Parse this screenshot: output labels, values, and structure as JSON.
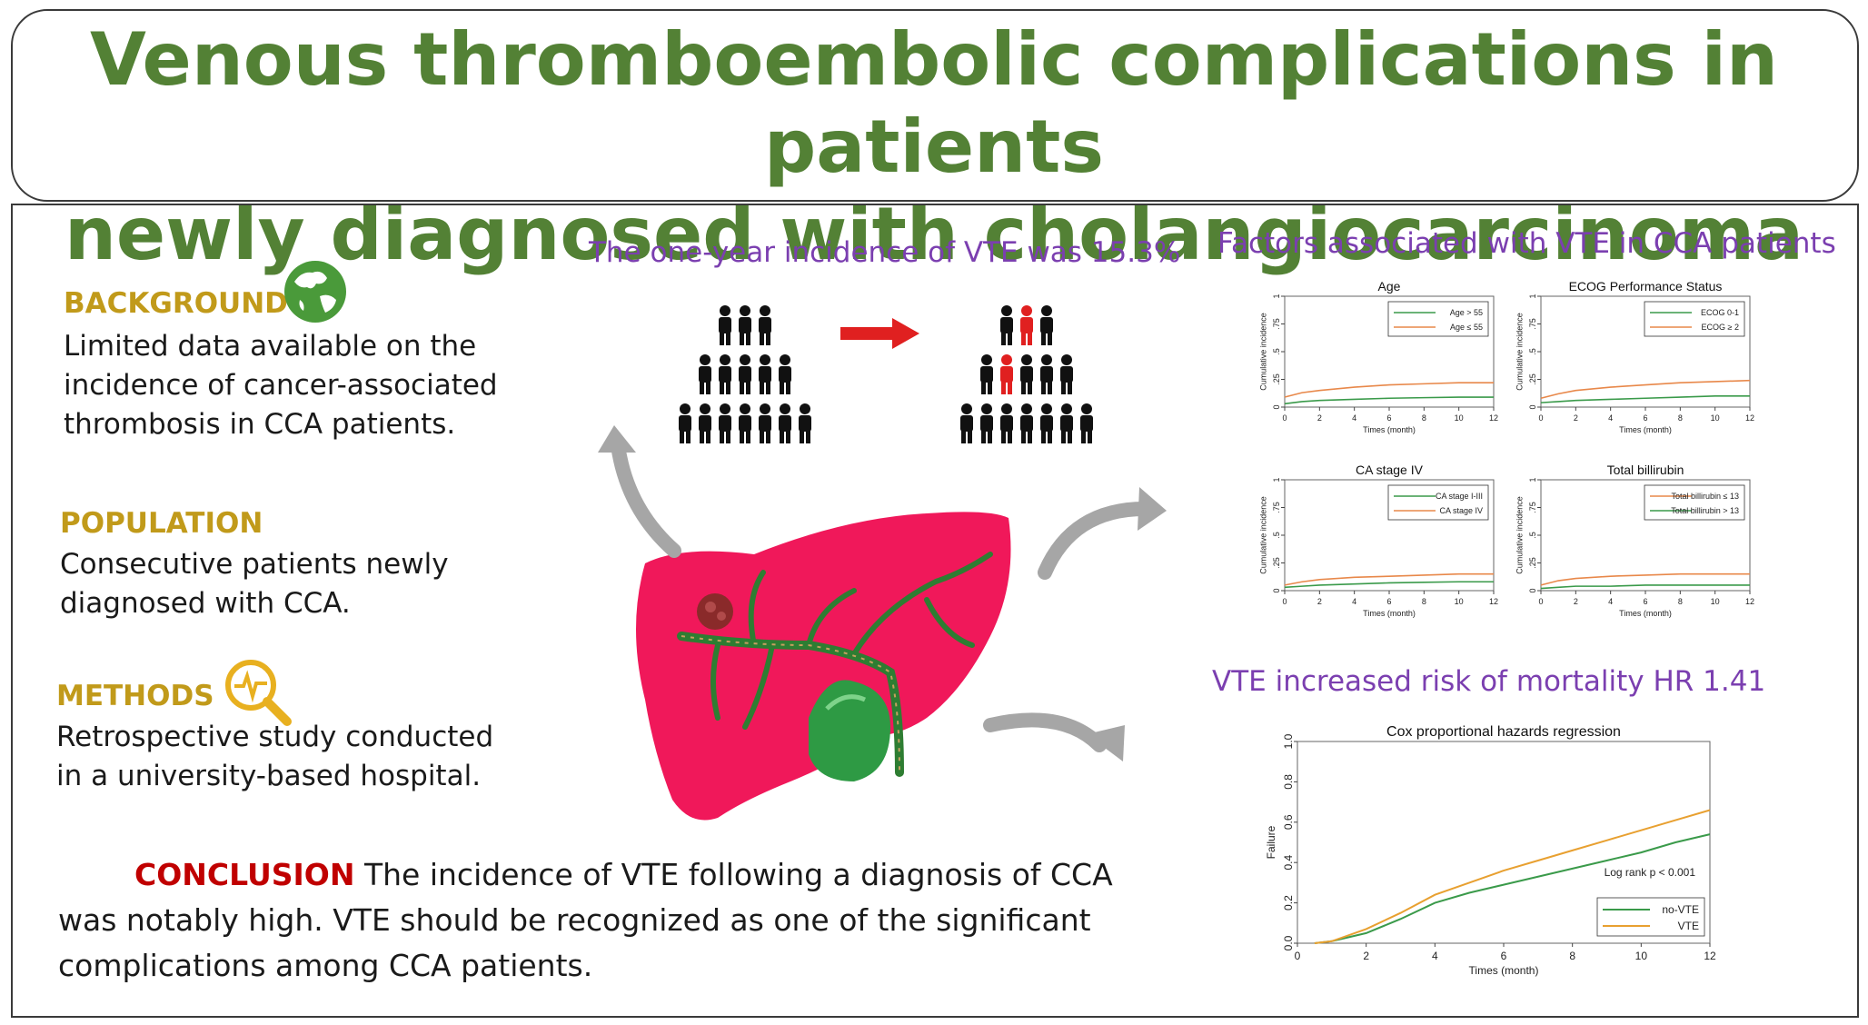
{
  "title_line1": "Venous thromboembolic complications in patients",
  "title_line2": "newly diagnosed with cholangiocarcinoma",
  "sections": [
    {
      "heading": "BACKGROUND",
      "lines": [
        "Limited data available on the",
        "incidence of cancer-associated",
        "thrombosis in CCA patients."
      ]
    },
    {
      "heading": "POPULATION",
      "lines": [
        "Consecutive patients newly",
        "diagnosed with CCA."
      ]
    },
    {
      "heading": "METHODS",
      "lines": [
        "Retrospective study conducted",
        "in a university-based hospital."
      ]
    }
  ],
  "incidence_text": "The one-year incidence of VTE was 15.3%",
  "factors_title": "Factors associated with VTE in CCA patients",
  "mortality_title": "VTE increased risk of mortality HR 1.41",
  "conclusion": {
    "label": "CONCLUSION",
    "line1": "The incidence of VTE following a diagnosis of CCA",
    "line2": "was notably high. VTE should be recognized as one of the significant",
    "line3": "complications among CCA patients."
  },
  "colors": {
    "title_green": "#538135",
    "heading_gold": "#c19a1a",
    "purple": "#7b3fb0",
    "conclusion_red": "#c00000",
    "liver": "#f0185a",
    "orange": "#e8884a",
    "green": "#3a9a4a"
  },
  "chart_data": [
    {
      "type": "line",
      "title": "Age",
      "xlabel": "Times (month)",
      "ylabel": "Cumulative incidence",
      "xticks": [
        "0",
        "2",
        "4",
        "6",
        "8",
        "10",
        "12"
      ],
      "yticks": [
        "0",
        ".25",
        ".5",
        ".75",
        "1"
      ],
      "xlim": [
        0,
        12
      ],
      "ylim": [
        0,
        1
      ],
      "series": [
        {
          "name": "Age > 55",
          "color": "#3a9a4a",
          "x": [
            0,
            1,
            2,
            4,
            6,
            8,
            10,
            12
          ],
          "y": [
            0.03,
            0.05,
            0.06,
            0.07,
            0.08,
            0.085,
            0.09,
            0.09
          ]
        },
        {
          "name": "Age ≤ 55",
          "color": "#e8884a",
          "x": [
            0,
            1,
            2,
            4,
            6,
            8,
            10,
            12
          ],
          "y": [
            0.09,
            0.13,
            0.15,
            0.18,
            0.2,
            0.21,
            0.22,
            0.22
          ]
        }
      ]
    },
    {
      "type": "line",
      "title": "ECOG Performance Status",
      "xlabel": "Times (month)",
      "ylabel": "Cumulative incidence",
      "xticks": [
        "0",
        "2",
        "4",
        "6",
        "8",
        "10",
        "12"
      ],
      "yticks": [
        "0",
        ".25",
        ".5",
        ".75",
        "1"
      ],
      "xlim": [
        0,
        12
      ],
      "ylim": [
        0,
        1
      ],
      "series": [
        {
          "name": "ECOG 0-1",
          "color": "#3a9a4a",
          "x": [
            0,
            1,
            2,
            4,
            6,
            8,
            10,
            12
          ],
          "y": [
            0.04,
            0.05,
            0.06,
            0.07,
            0.08,
            0.09,
            0.1,
            0.1
          ]
        },
        {
          "name": "ECOG ≥ 2",
          "color": "#e8884a",
          "x": [
            0,
            1,
            2,
            4,
            6,
            8,
            10,
            12
          ],
          "y": [
            0.08,
            0.12,
            0.15,
            0.18,
            0.2,
            0.22,
            0.23,
            0.24
          ]
        }
      ]
    },
    {
      "type": "line",
      "title": "CA stage IV",
      "xlabel": "Times (month)",
      "ylabel": "Cumulative incidence",
      "xticks": [
        "0",
        "2",
        "4",
        "6",
        "8",
        "10",
        "12"
      ],
      "yticks": [
        "0",
        ".25",
        ".5",
        ".75",
        "1"
      ],
      "xlim": [
        0,
        12
      ],
      "ylim": [
        0,
        1
      ],
      "series": [
        {
          "name": "CA stage I-III",
          "color": "#3a9a4a",
          "x": [
            0,
            1,
            2,
            4,
            6,
            8,
            10,
            12
          ],
          "y": [
            0.03,
            0.04,
            0.05,
            0.06,
            0.07,
            0.075,
            0.08,
            0.08
          ]
        },
        {
          "name": "CA stage IV",
          "color": "#e8884a",
          "x": [
            0,
            1,
            2,
            4,
            6,
            8,
            10,
            12
          ],
          "y": [
            0.05,
            0.08,
            0.1,
            0.12,
            0.13,
            0.14,
            0.15,
            0.15
          ]
        }
      ]
    },
    {
      "type": "line",
      "title": "Total billirubin",
      "xlabel": "Times (month)",
      "ylabel": "Cumulative incidence",
      "xticks": [
        "0",
        "2",
        "4",
        "6",
        "8",
        "10",
        "12"
      ],
      "yticks": [
        "0",
        ".25",
        ".5",
        ".75",
        "1"
      ],
      "xlim": [
        0,
        12
      ],
      "ylim": [
        0,
        1
      ],
      "series": [
        {
          "name": "Total billirubin ≤ 13",
          "color": "#e8884a",
          "x": [
            0,
            1,
            2,
            4,
            6,
            8,
            10,
            12
          ],
          "y": [
            0.05,
            0.09,
            0.11,
            0.13,
            0.14,
            0.15,
            0.15,
            0.15
          ]
        },
        {
          "name": "Total billirubin > 13",
          "color": "#3a9a4a",
          "x": [
            0,
            1,
            2,
            4,
            6,
            8,
            10,
            12
          ],
          "y": [
            0.02,
            0.03,
            0.04,
            0.04,
            0.05,
            0.05,
            0.05,
            0.05
          ]
        }
      ]
    },
    {
      "type": "line",
      "title": "Cox proportional hazards regression",
      "xlabel": "Times (month)",
      "ylabel": "Failure",
      "xticks": [
        "0",
        "2",
        "4",
        "6",
        "8",
        "10",
        "12"
      ],
      "yticks": [
        "0.0",
        "0.2",
        "0.4",
        "0.6",
        "0.8",
        "1.0"
      ],
      "xlim": [
        0,
        12
      ],
      "ylim": [
        0,
        1
      ],
      "annotation": "Log rank p < 0.001",
      "series": [
        {
          "name": "no-VTE",
          "color": "#3a9a4a",
          "x": [
            0.5,
            1,
            2,
            3,
            4,
            5,
            6,
            7,
            8,
            9,
            10,
            11,
            12
          ],
          "y": [
            0,
            0.01,
            0.05,
            0.12,
            0.2,
            0.25,
            0.29,
            0.33,
            0.37,
            0.41,
            0.45,
            0.5,
            0.54
          ]
        },
        {
          "name": "VTE",
          "color": "#e8a030",
          "x": [
            0.5,
            1,
            2,
            3,
            4,
            5,
            6,
            7,
            8,
            9,
            10,
            11,
            12
          ],
          "y": [
            0,
            0.01,
            0.07,
            0.15,
            0.24,
            0.3,
            0.36,
            0.41,
            0.46,
            0.51,
            0.56,
            0.61,
            0.66
          ]
        }
      ]
    }
  ]
}
